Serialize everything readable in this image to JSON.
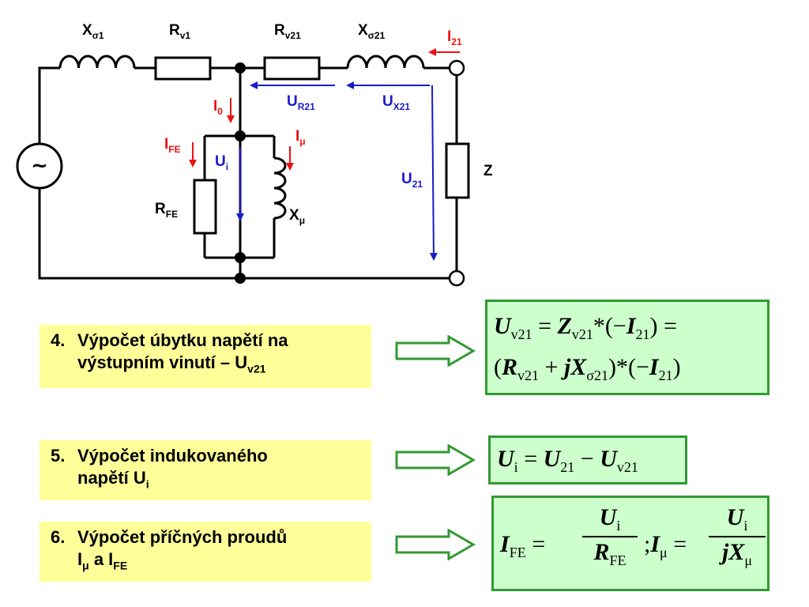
{
  "circuit": {
    "labels": {
      "x_s1": {
        "main": "X",
        "sub": "σ1"
      },
      "r_v1": {
        "main": "R",
        "sub": "v1"
      },
      "r_v21": {
        "main": "R",
        "sub": "v21"
      },
      "x_s21": {
        "main": "X",
        "sub": "σ21"
      },
      "i21": {
        "main": "I",
        "sub": "21"
      },
      "u_r21": {
        "main": "U",
        "sub": "R21"
      },
      "u_x21": {
        "main": "U",
        "sub": "X21"
      },
      "i0": {
        "main": "I",
        "sub": "0"
      },
      "i_fe": {
        "main": "I",
        "sub": "FE"
      },
      "i_mu": {
        "main": "I",
        "sub": "μ"
      },
      "u_i": {
        "main": "U",
        "sub": "i"
      },
      "u21": {
        "main": "U",
        "sub": "21"
      },
      "z": "Z",
      "r_fe": {
        "main": "R",
        "sub": "FE"
      },
      "x_mu": {
        "main": "X",
        "sub": "μ"
      },
      "source": "~"
    },
    "colors": {
      "wire": "#000000",
      "current": "#ee1111",
      "voltage": "#1a1acc"
    }
  },
  "steps": [
    {
      "num": "4.",
      "line1": "Výpočet úbytku napětí na",
      "line2": "výstupním vinutí – U",
      "line2_sub": "v21"
    },
    {
      "num": "5.",
      "line1": "Výpočet indukovaného",
      "line2": "napětí U",
      "line2_sub": "i"
    },
    {
      "num": "6.",
      "line1": "Výpočet příčných proudů",
      "line2": "I",
      "line2_sub": "μ",
      "line2_mid": " a I",
      "line2_sub2": "FE"
    }
  ],
  "equations": {
    "eq4_line1": {
      "U": "U",
      "U_sub": "v21",
      "eq": "=",
      "Z": "Z",
      "Z_sub": "v21",
      "mult": "*(−",
      "I": "I",
      "I_sub": "21",
      "close": ") ="
    },
    "eq4_line2": {
      "open": "(",
      "R": "R",
      "R_sub": "v21",
      "plus": "+",
      "jX": "jX",
      "jX_sub": "σ21",
      "mult": ")*(−",
      "I": "I",
      "I_sub": "21",
      "close": ")"
    },
    "eq5": {
      "Ui": "U",
      "Ui_sub": "i",
      "eq": "=",
      "U21": "U",
      "U21_sub": "21",
      "minus": "−",
      "Uv": "U",
      "Uv_sub": "v21"
    },
    "eq6": {
      "Ife": "I",
      "Ife_sub": "FE",
      "eq": "=",
      "num1": "U",
      "num1_sub": "i",
      "den1": "R",
      "den1_sub": "FE",
      "sep": ";",
      "Imu": "I",
      "Imu_sub": "μ",
      "eq2": "=",
      "num2": "U",
      "num2_sub": "i",
      "den2": "jX",
      "den2_sub": "μ"
    }
  },
  "style_colors": {
    "step_bg": "#ffff99",
    "eq_bg": "#ccffcc",
    "eq_border": "#339933",
    "arrow": "#339933"
  }
}
